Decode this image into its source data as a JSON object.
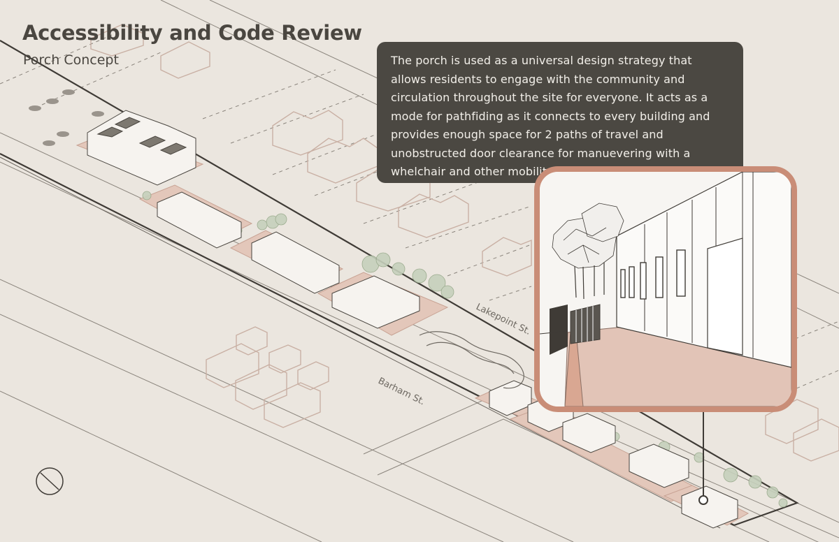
{
  "header": {
    "title": "Accessibility and Code Review",
    "subtitle": "Porch Concept"
  },
  "callout": {
    "text": "The porch is used as a universal design strategy that allows residents to engage with the community and circulation throughout the site for everyone. It acts as a mode for pathfiding as it connects to every building and provides enough space for 2 paths of travel and unobstructed door clearance for manuevering with a whelchair and other mobility aids."
  },
  "streets": {
    "lakepoint": "Lakepoint St.",
    "barham": "Barham St."
  },
  "colors": {
    "background": "#ebe6df",
    "porch": "#e3c7ba",
    "callout": "#4b4842",
    "inset_border": "#c98d77",
    "neighbor_lines": "#c9b0a4",
    "greenery": "#b7c4ac"
  },
  "icons": {
    "north_arrow": "north-arrow-icon",
    "viewpoint_marker": "viewpoint-marker-icon"
  }
}
